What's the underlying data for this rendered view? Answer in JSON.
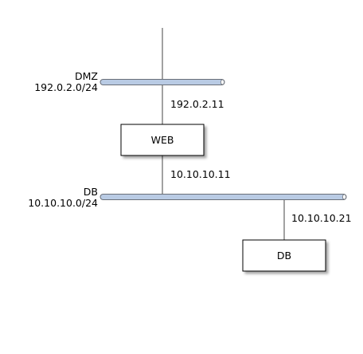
{
  "networks": [
    {
      "id": "dmz",
      "name": "DMZ",
      "address": "192.0.2.0/24",
      "color": "#b9cbe4"
    },
    {
      "id": "db",
      "name": "DB",
      "address": "10.10.10.0/24",
      "color": "#b9cbe4"
    }
  ],
  "nodes": [
    {
      "id": "web",
      "label": "WEB"
    },
    {
      "id": "db",
      "label": "DB"
    }
  ],
  "connections": [
    {
      "node": "web",
      "network": "dmz",
      "address": "192.0.2.11"
    },
    {
      "node": "web",
      "network": "db",
      "address": "10.10.10.11"
    },
    {
      "node": "db",
      "network": "db",
      "address": "10.10.10.21"
    }
  ]
}
